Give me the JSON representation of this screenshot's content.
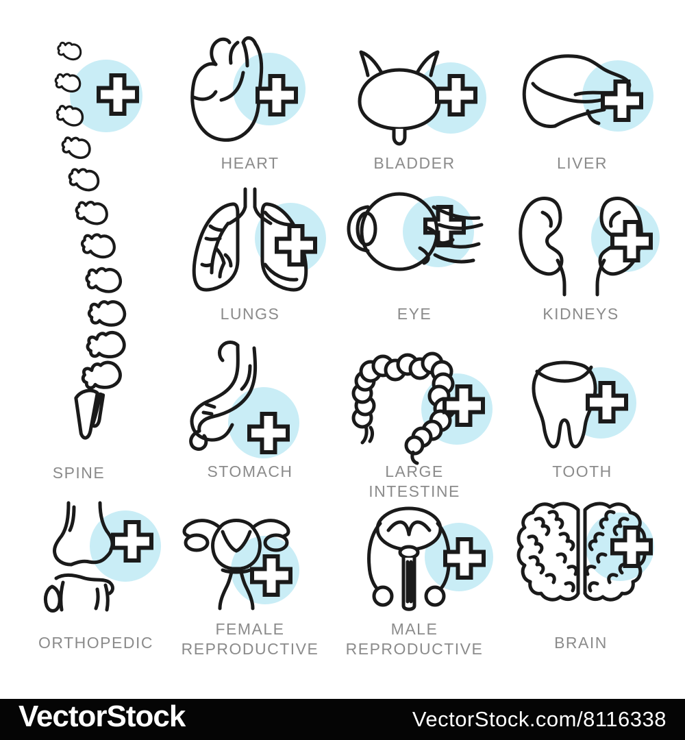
{
  "title": "Medical organ line icons with medical cross",
  "colors": {
    "accent_circle": "#c9edf6",
    "line": "#1a1a1a",
    "label": "#8b8b8b",
    "bar_bg": "#050505",
    "bar_text": "#ffffff"
  },
  "icons": [
    {
      "id": "spine",
      "label": "SPINE"
    },
    {
      "id": "heart",
      "label": "HEART"
    },
    {
      "id": "bladder",
      "label": "BLADDER"
    },
    {
      "id": "liver",
      "label": "LIVER"
    },
    {
      "id": "lungs",
      "label": "LUNGS"
    },
    {
      "id": "eye",
      "label": "EYE"
    },
    {
      "id": "kidneys",
      "label": "KIDNEYS"
    },
    {
      "id": "stomach",
      "label": "STOMACH"
    },
    {
      "id": "large-intestine",
      "label": "LARGE INTESTINE"
    },
    {
      "id": "tooth",
      "label": "TOOTH"
    },
    {
      "id": "orthopedic",
      "label": "ORTHOPEDIC"
    },
    {
      "id": "female-reproductive",
      "label": "FEMALE REPRODUCTIVE"
    },
    {
      "id": "male-reproductive",
      "label": "MALE REPRODUCTIVE"
    },
    {
      "id": "brain",
      "label": "BRAIN"
    }
  ],
  "watermark": {
    "brand": "VectorStock",
    "credit": "VectorStock.com/8116338"
  }
}
